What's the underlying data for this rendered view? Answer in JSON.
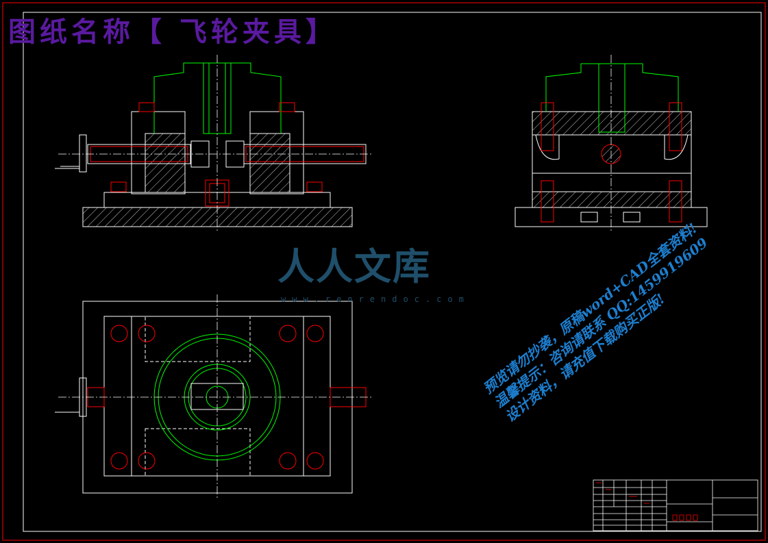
{
  "drawing": {
    "title": "图纸名称【 飞轮夹具】"
  },
  "watermark": {
    "logo_text": "人人文库",
    "url": "www.renrendoc.com",
    "note_lines": [
      "预览请勿抄袭，原稿word+CAD全套资料!",
      "温馨提示：咨询请联系 QQ:1459919609",
      "设计资料，请充值下载购买正版!"
    ]
  },
  "colors": {
    "background": "#000000",
    "frame": "#ff0000",
    "outline": "#ffffff",
    "part": "#00ff00",
    "bolt": "#ff0000",
    "title": "#5a1aa0",
    "watermark_logo": "#1f4f6a",
    "watermark_note": "#1d7fd0"
  }
}
